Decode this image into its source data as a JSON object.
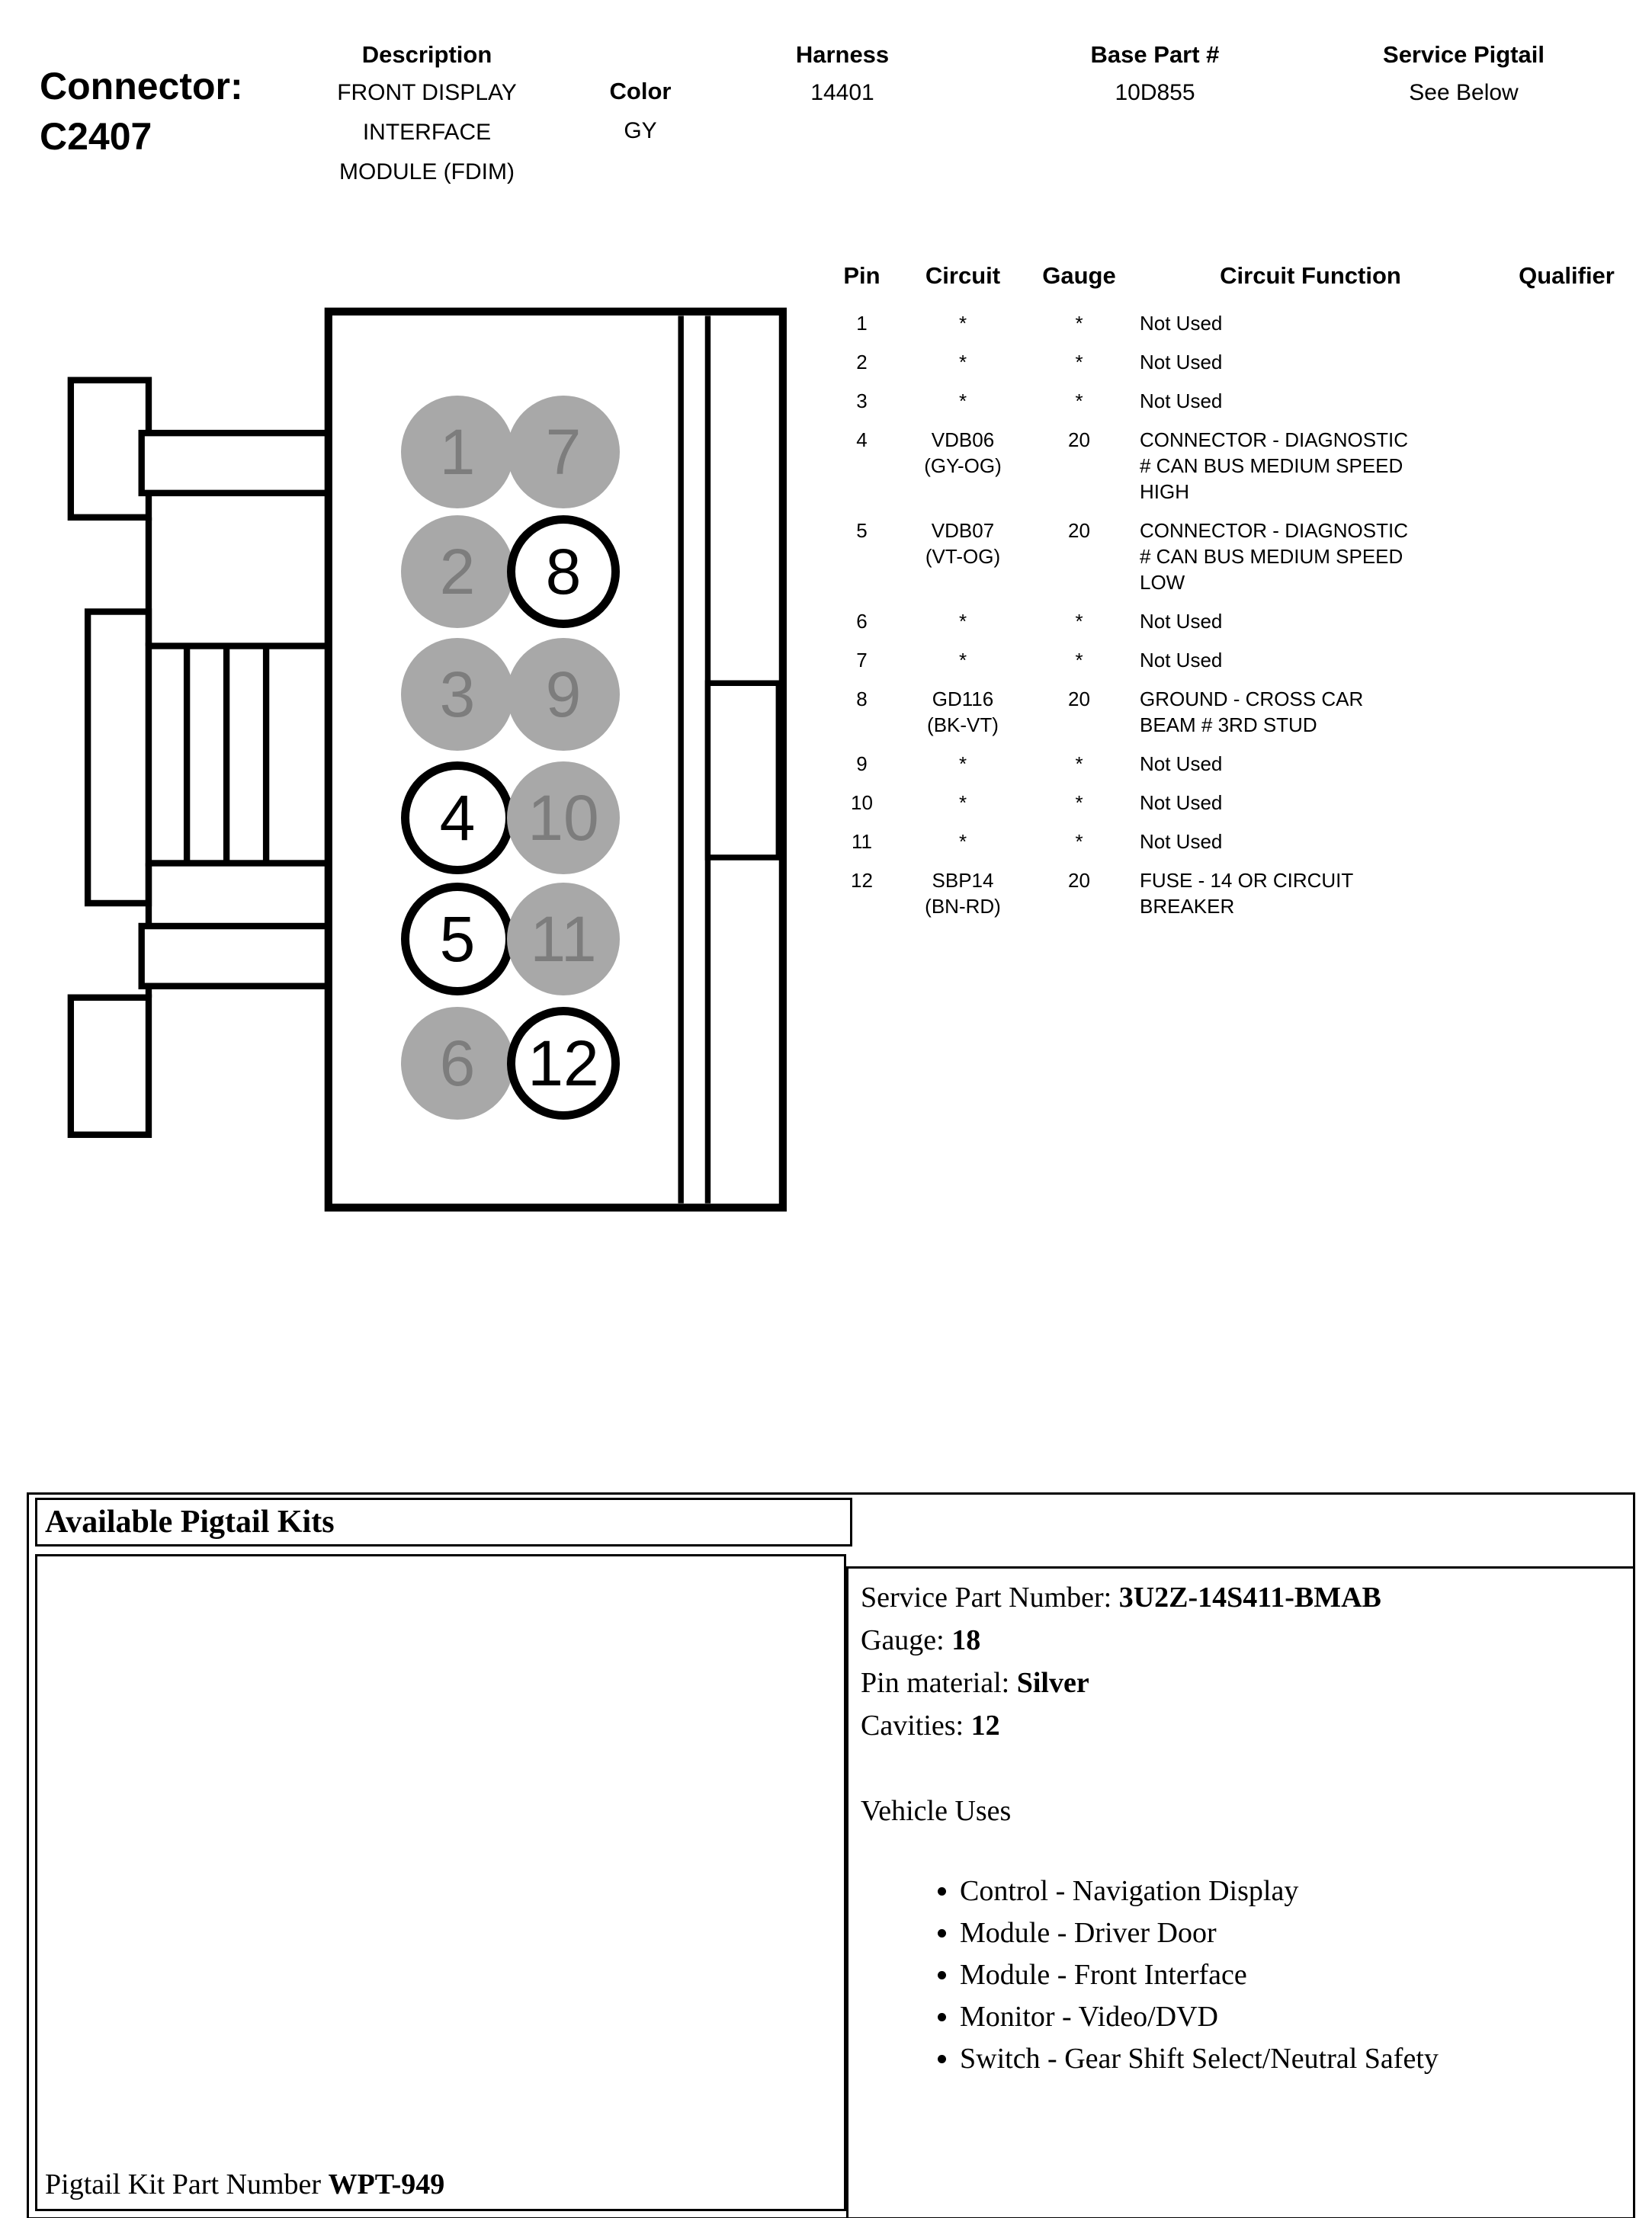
{
  "header": {
    "connector_label": "Connector:",
    "connector_id": "C2407",
    "description": {
      "label": "Description",
      "value": "FRONT DISPLAY\nINTERFACE\nMODULE (FDIM)"
    },
    "color": {
      "label": "Color",
      "value": "GY"
    },
    "harness": {
      "label": "Harness",
      "value": "14401"
    },
    "base_part": {
      "label": "Base Part #",
      "value": "10D855"
    },
    "service_pigtail": {
      "label": "Service Pigtail",
      "value": "See Below"
    }
  },
  "connector_diagram": {
    "pins": [
      {
        "num": "1",
        "used": false
      },
      {
        "num": "2",
        "used": false
      },
      {
        "num": "3",
        "used": false
      },
      {
        "num": "4",
        "used": true
      },
      {
        "num": "5",
        "used": true
      },
      {
        "num": "6",
        "used": false
      },
      {
        "num": "7",
        "used": false
      },
      {
        "num": "8",
        "used": true
      },
      {
        "num": "9",
        "used": false
      },
      {
        "num": "10",
        "used": false
      },
      {
        "num": "11",
        "used": false
      },
      {
        "num": "12",
        "used": true
      }
    ]
  },
  "pin_table": {
    "headers": {
      "pin": "Pin",
      "circuit": "Circuit",
      "gauge": "Gauge",
      "function": "Circuit Function",
      "qualifier": "Qualifier"
    },
    "rows": [
      {
        "pin": "1",
        "circuit": "*",
        "gauge": "*",
        "function": "Not Used",
        "qualifier": ""
      },
      {
        "pin": "2",
        "circuit": "*",
        "gauge": "*",
        "function": "Not Used",
        "qualifier": ""
      },
      {
        "pin": "3",
        "circuit": "*",
        "gauge": "*",
        "function": "Not Used",
        "qualifier": ""
      },
      {
        "pin": "4",
        "circuit": "VDB06\n(GY-OG)",
        "gauge": "20",
        "function": "CONNECTOR - DIAGNOSTIC\n# CAN BUS MEDIUM SPEED\nHIGH",
        "qualifier": ""
      },
      {
        "pin": "5",
        "circuit": "VDB07\n(VT-OG)",
        "gauge": "20",
        "function": "CONNECTOR - DIAGNOSTIC\n# CAN BUS MEDIUM SPEED\nLOW",
        "qualifier": ""
      },
      {
        "pin": "6",
        "circuit": "*",
        "gauge": "*",
        "function": "Not Used",
        "qualifier": ""
      },
      {
        "pin": "7",
        "circuit": "*",
        "gauge": "*",
        "function": "Not Used",
        "qualifier": ""
      },
      {
        "pin": "8",
        "circuit": "GD116\n(BK-VT)",
        "gauge": "20",
        "function": "GROUND - CROSS CAR\nBEAM # 3RD STUD",
        "qualifier": ""
      },
      {
        "pin": "9",
        "circuit": "*",
        "gauge": "*",
        "function": "Not Used",
        "qualifier": ""
      },
      {
        "pin": "10",
        "circuit": "*",
        "gauge": "*",
        "function": "Not Used",
        "qualifier": ""
      },
      {
        "pin": "11",
        "circuit": "*",
        "gauge": "*",
        "function": "Not Used",
        "qualifier": ""
      },
      {
        "pin": "12",
        "circuit": "SBP14\n(BN-RD)",
        "gauge": "20",
        "function": "FUSE - 14 OR CIRCUIT\nBREAKER",
        "qualifier": ""
      }
    ]
  },
  "pigtail_kits": {
    "title": "Available Pigtail Kits",
    "details": [
      {
        "label": "Service Part Number: ",
        "value": "3U2Z-14S411-BMAB"
      },
      {
        "label": "Gauge: ",
        "value": "18"
      },
      {
        "label": "Pin material: ",
        "value": "Silver"
      },
      {
        "label": "Cavities: ",
        "value": "12"
      }
    ],
    "vehicle_uses_label": "Vehicle Uses",
    "vehicle_uses": [
      {
        "name": "Control - Navigation Display"
      },
      {
        "name": "Module - Driver Door"
      },
      {
        "name": "Module - Front Interface"
      },
      {
        "name": "Monitor - Video/DVD"
      },
      {
        "name": "Switch - Gear Shift Select/Neutral Safety"
      }
    ],
    "kit_part_label": "Pigtail Kit Part Number ",
    "kit_part_value": "WPT-949"
  },
  "colors": {
    "pin_unused_fill": "#a8a8a8",
    "pin_unused_number": "#7d7d7d",
    "pin_used_fill": "#ffffff",
    "pin_used_border": "#000000"
  }
}
